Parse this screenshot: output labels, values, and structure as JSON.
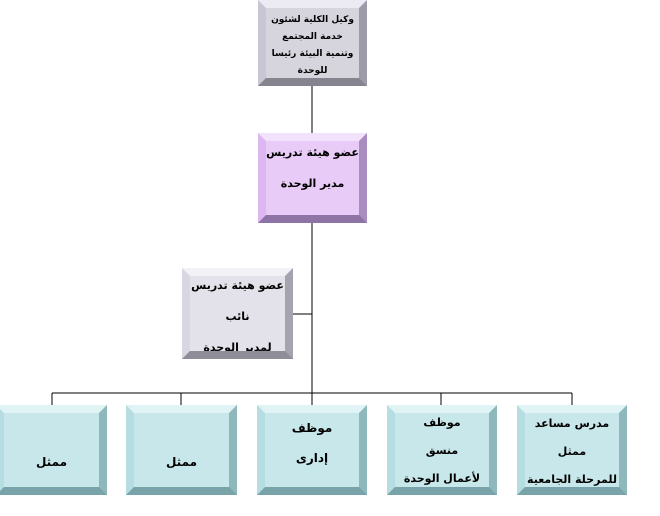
{
  "top": {
    "lines": [
      "وكيل الكلية لشئون",
      "خدمة المجتمع",
      "وتنمية البيئة رئيسا",
      "للوحدة"
    ]
  },
  "director": {
    "lines": [
      "عضو هيئة تدريس",
      "مدير الوحدة"
    ]
  },
  "deputy": {
    "lines": [
      "عضو هيئة تدريس",
      "نائب",
      "لمدير الوحدة"
    ]
  },
  "bottom": [
    {
      "lines": [
        "مدرس مساعد",
        "ممثل",
        "للمرحلة الجامعية"
      ]
    },
    {
      "lines": [
        "موظف",
        "منسق",
        "لأعمال الوحدة"
      ]
    },
    {
      "lines": [
        "موظف",
        "إدارى"
      ]
    },
    {
      "lines": [
        "ممثل"
      ]
    },
    {
      "lines": [
        "ممثل"
      ]
    }
  ]
}
